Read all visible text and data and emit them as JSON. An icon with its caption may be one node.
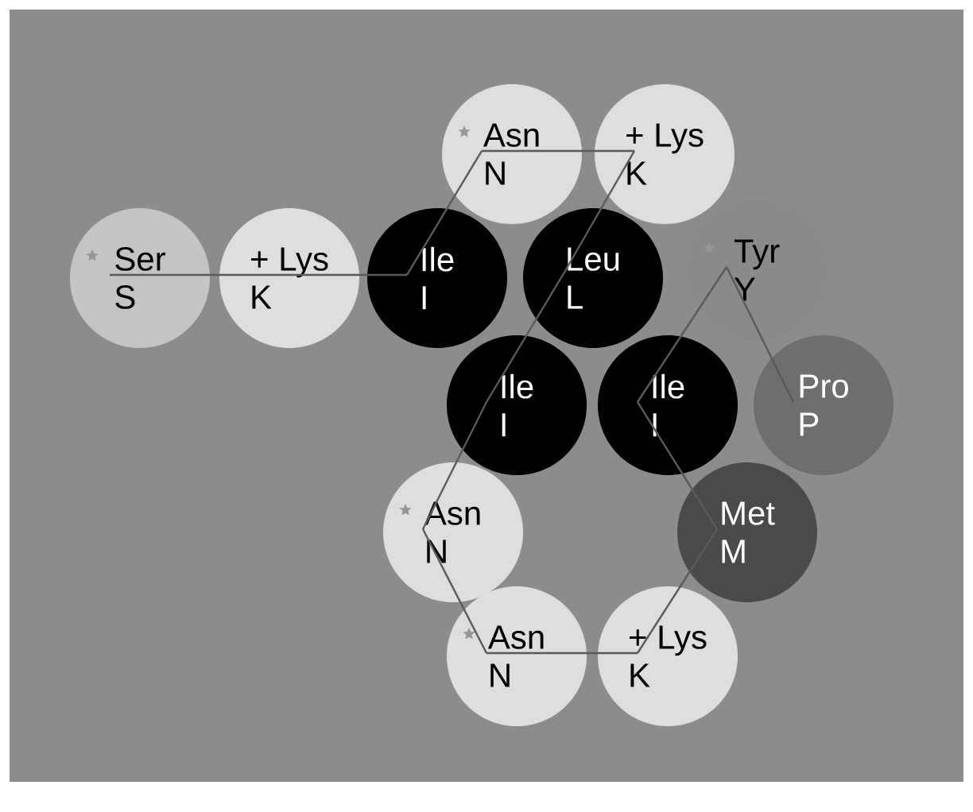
{
  "diagram": {
    "nodes": [
      {
        "text": [
          "Ser",
          "S"
        ]
      },
      {
        "text": [
          "+ Lys",
          "K"
        ]
      },
      {
        "text": [
          "Ile",
          "I"
        ]
      },
      {
        "text": [
          "Asn",
          "N"
        ]
      },
      {
        "text": [
          "+ Lys",
          "K"
        ]
      },
      {
        "text": [
          "Leu",
          "L"
        ]
      },
      {
        "text": [
          "Tyr",
          "Y"
        ]
      },
      {
        "text": [
          "Ile",
          "I"
        ]
      },
      {
        "text": [
          "Ile",
          "I"
        ]
      },
      {
        "text": [
          "Pro",
          "P"
        ]
      },
      {
        "text": [
          "Asn",
          "N"
        ]
      },
      {
        "text": [
          "Met",
          "M"
        ]
      },
      {
        "text": [
          "Asn",
          "N"
        ]
      },
      {
        "text": [
          "+ Lys",
          "K"
        ]
      }
    ],
    "edges": [
      {
        "from": 0,
        "to": 1,
        "arrow": "none"
      },
      {
        "from": 1,
        "to": 2,
        "arrow": "none"
      },
      {
        "from": 2,
        "to": 3,
        "arrow": "none"
      },
      {
        "from": 3,
        "to": 4,
        "arrow": "none"
      },
      {
        "from": 4,
        "to": 5,
        "arrow": "none"
      },
      {
        "from": 5,
        "to": 7,
        "arrow": "none"
      },
      {
        "from": 7,
        "to": 10,
        "arrow": "none"
      },
      {
        "from": 10,
        "to": 12,
        "arrow": "none"
      },
      {
        "from": 12,
        "to": 13,
        "arrow": "none"
      },
      {
        "from": 13,
        "to": 11,
        "arrow": "none"
      },
      {
        "from": 11,
        "to": 8,
        "arrow": "none"
      },
      {
        "from": 8,
        "to": 6,
        "arrow": "none"
      },
      {
        "from": 6,
        "to": 9,
        "arrow": "none"
      }
    ]
  }
}
